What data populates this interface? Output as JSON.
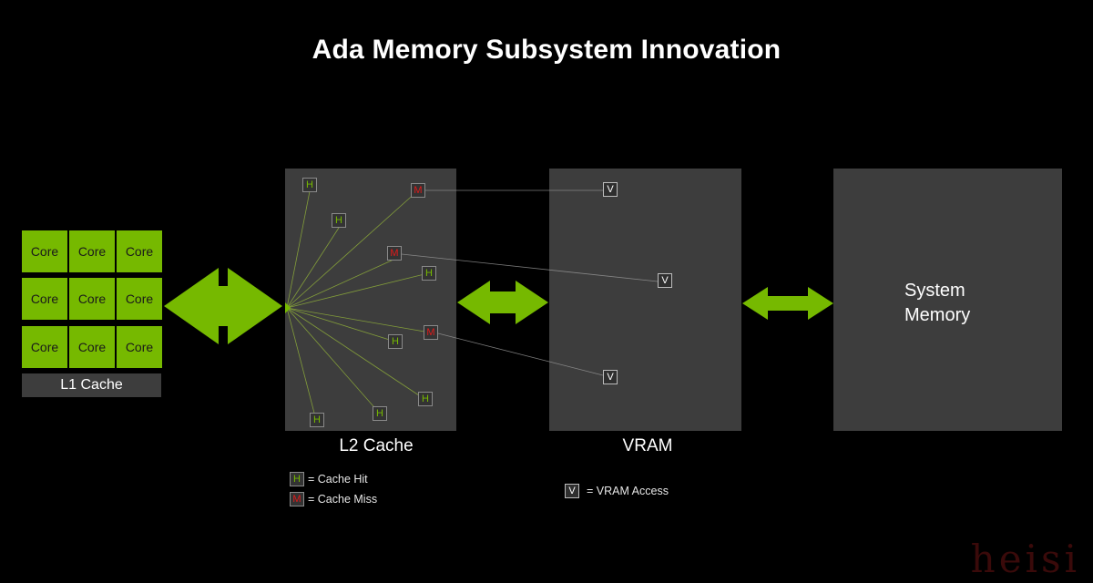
{
  "title": "Ada Memory Subsystem Innovation",
  "colors": {
    "background": "#000000",
    "accent_green": "#76b900",
    "panel_gray": "#3d3d3d",
    "miss_red": "#e21a1a"
  },
  "l1": {
    "core_label": "Core",
    "cores": [
      "Core",
      "Core",
      "Core",
      "Core",
      "Core",
      "Core",
      "Core",
      "Core",
      "Core"
    ],
    "label": "L1 Cache"
  },
  "l2": {
    "label": "L2 Cache",
    "hit_symbol": "H",
    "miss_symbol": "M"
  },
  "vram": {
    "label": "VRAM",
    "access_symbol": "V"
  },
  "system_memory": {
    "label_line1": "System",
    "label_line2": "Memory"
  },
  "legend": {
    "hit_symbol": "H",
    "hit_text": "=  Cache Hit",
    "miss_symbol": "M",
    "miss_text": "=  Cache Miss",
    "vram_symbol": "V",
    "vram_text": "= VRAM Access"
  },
  "watermark": "heisi"
}
